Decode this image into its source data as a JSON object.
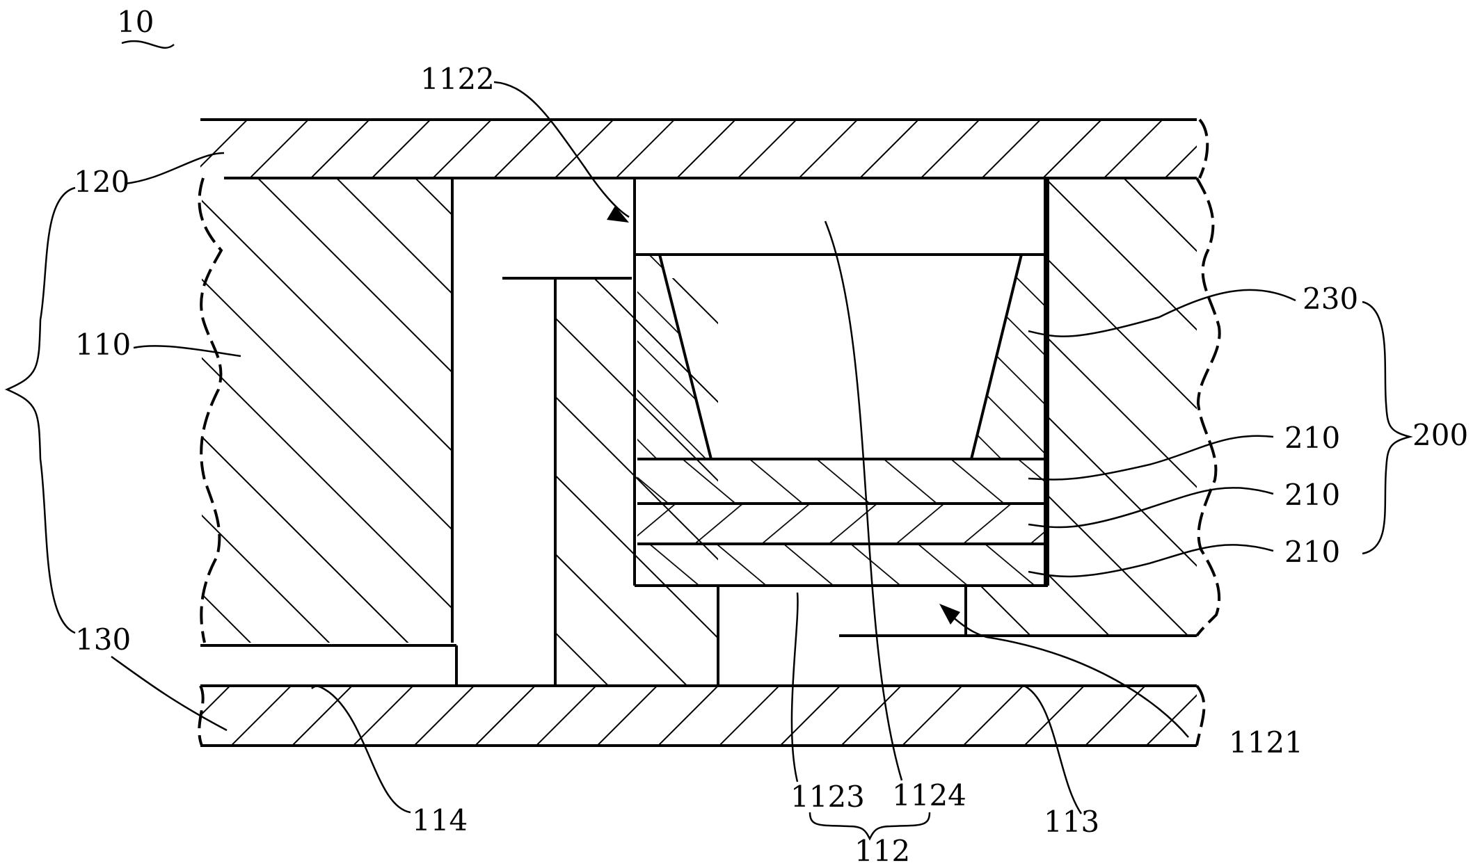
{
  "figure": {
    "ref_10": "10",
    "labels": {
      "l_1122": "1122",
      "l_120": "120",
      "l_110": "110",
      "l_130": "130",
      "l_114": "114",
      "l_1123": "1123",
      "l_1124": "1124",
      "l_112": "112",
      "l_113": "113",
      "l_1121": "1121",
      "l_230": "230",
      "l_210a": "210",
      "l_210b": "210",
      "l_210c": "210",
      "l_200": "200"
    }
  }
}
